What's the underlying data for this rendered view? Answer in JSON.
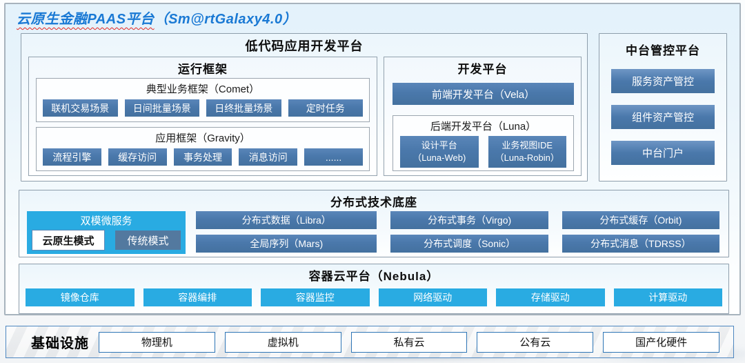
{
  "title": {
    "main": "云原生金融PAAS平台",
    "version": "（Sm@rtGalaxy4.0）"
  },
  "colors": {
    "steel_blue": "#4a78ab",
    "cyan": "#29abe2",
    "title_blue": "#1a79d4",
    "underline_red": "#e42520",
    "frame_bg": "#e9f4fb"
  },
  "low_code": {
    "title": "低代码应用开发平台",
    "runtime": {
      "title": "运行框架",
      "comet": {
        "title": "典型业务框架（Comet）",
        "buttons": [
          "联机交易场景",
          "日间批量场景",
          "日终批量场景",
          "定时任务"
        ]
      },
      "gravity": {
        "title": "应用框架（Gravity）",
        "buttons": [
          "流程引擎",
          "缓存访问",
          "事务处理",
          "消息访问",
          "......"
        ]
      }
    },
    "dev": {
      "title": "开发平台",
      "vela": "前端开发平台（Vela）",
      "luna": {
        "title": "后端开发平台（Luna）",
        "buttons": [
          {
            "line1": "设计平台",
            "line2": "（Luna-Web)"
          },
          {
            "line1": "业务视图IDE",
            "line2": "（Luna-Robin）"
          }
        ]
      }
    }
  },
  "midplatform": {
    "title": "中台管控平台",
    "buttons": [
      "服务资产管控",
      "组件资产管控",
      "中台门户"
    ]
  },
  "distributed": {
    "title": "分布式技术底座",
    "dual_mode": {
      "title": "双模微服务",
      "cloud_native": "云原生模式",
      "traditional": "传统模式"
    },
    "row1": [
      "分布式数据（Libra）",
      "分布式事务（Virgo)",
      "分布式缓存（Orbit)"
    ],
    "row2": [
      "全局序列（Mars)",
      "分布式调度（Sonic）",
      "分布式消息（TDRSS）"
    ]
  },
  "container_cloud": {
    "title": "容器云平台（Nebula）",
    "buttons": [
      "镜像仓库",
      "容器编排",
      "容器监控",
      "网络驱动",
      "存储驱动",
      "计算驱动"
    ]
  },
  "infrastructure": {
    "title": "基础设施",
    "items": [
      "物理机",
      "虚拟机",
      "私有云",
      "公有云",
      "国产化硬件"
    ]
  }
}
